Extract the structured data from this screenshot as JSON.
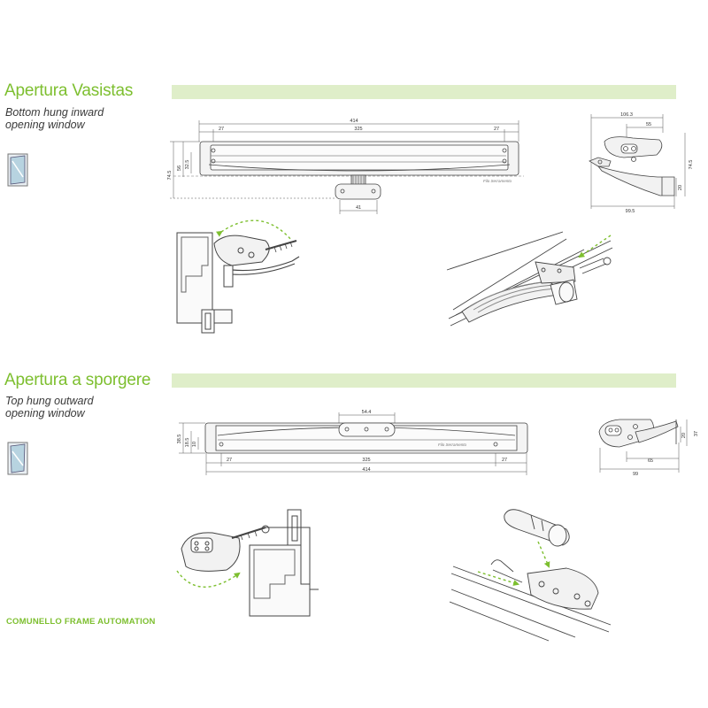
{
  "sections": [
    {
      "title": "Apertura Vasistas",
      "subtitle_line1": "Bottom hung inward",
      "subtitle_line2": "opening window"
    },
    {
      "title": "Apertura a sporgere",
      "subtitle_line1": "Top hung outward",
      "subtitle_line2": "opening window"
    }
  ],
  "footer": "COMUNELLO FRAME AUTOMATION",
  "vasistas_front_dims": {
    "overall": "414",
    "inner": "325",
    "left_offset": "27",
    "right_offset": "27",
    "height": "74.5",
    "h2": "56",
    "h3": "32.5",
    "bracket": "41",
    "label": "Filo Serramento"
  },
  "vasistas_side_dims": {
    "top": "106.3",
    "mid": "55",
    "bottom": "99.5",
    "height": "74.5",
    "h2": "20"
  },
  "sporgere_front_dims": {
    "top": "54.4",
    "h1": "38.5",
    "h2": "18.5",
    "h3": "10",
    "left_offset": "27",
    "inner": "325",
    "right_offset": "27",
    "overall": "414",
    "label": "Filo Serramento"
  },
  "sporgere_side_dims": {
    "h1": "37",
    "h2": "20",
    "mid": "65",
    "bottom": "99"
  },
  "colors": {
    "accent": "#7dbf2f",
    "band": "#dfeec9",
    "line": "#444444",
    "dim": "#555555",
    "arrow": "#7dbf2f"
  }
}
